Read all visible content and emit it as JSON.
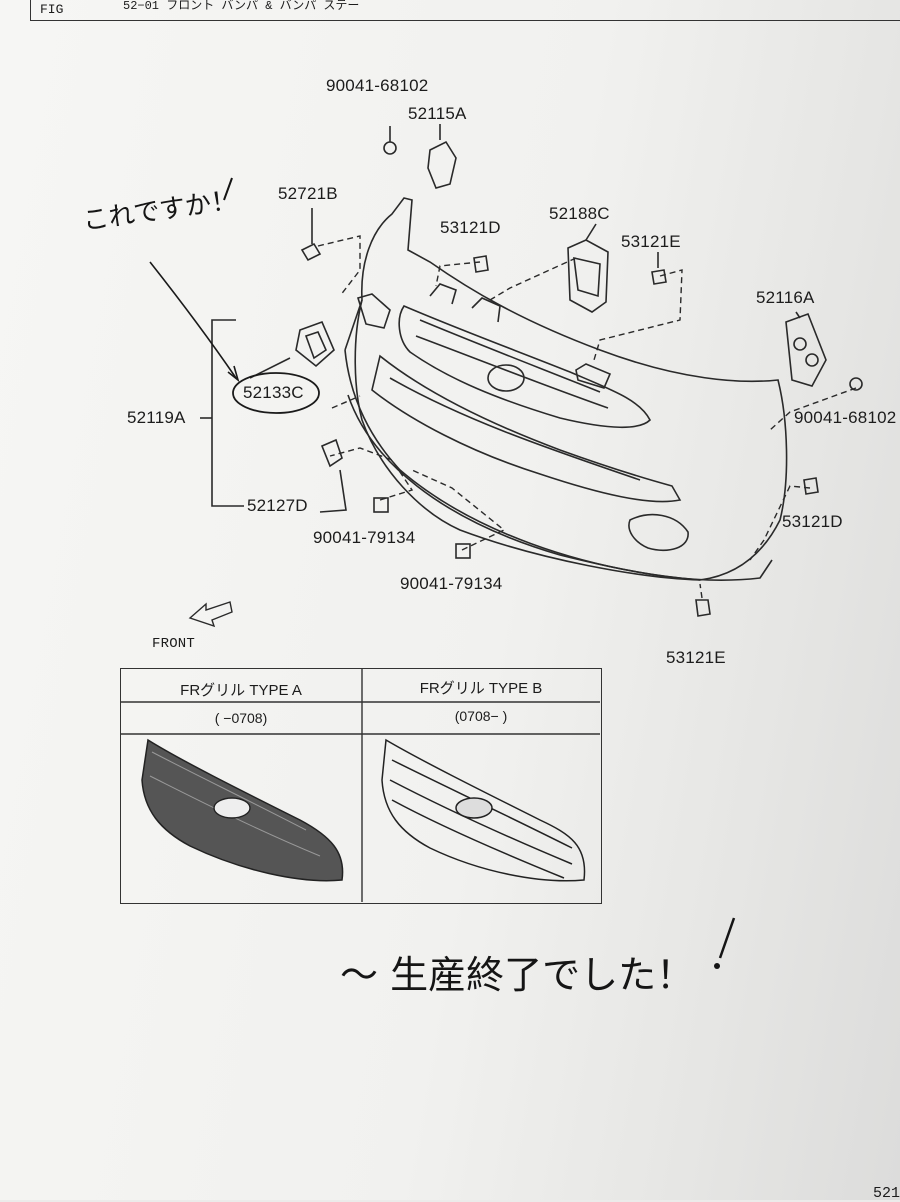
{
  "header": {
    "fig": "FIG",
    "title": "52−01 フロント バンパ & バンパ ステー"
  },
  "parts": {
    "p90041_68102_top": "90041-68102",
    "p52115A": "52115A",
    "p52721B": "52721B",
    "p53121D_top": "53121D",
    "p52188C": "52188C",
    "p53121E_top": "53121E",
    "p52116A": "52116A",
    "p90041_68102_right": "90041-68102",
    "p52133C": "52133C",
    "p52119A": "52119A",
    "p52127D": "52127D",
    "p90041_79134_a": "90041-79134",
    "p90041_79134_b": "90041-79134",
    "p53121D_right": "53121D",
    "p53121E_bottom": "53121E"
  },
  "front_label": "FRONT",
  "grille_table": {
    "type_a": {
      "title": "FRグリル TYPE A",
      "period": "(    −0708)"
    },
    "type_b": {
      "title": "FRグリル TYPE B",
      "period": "(0708−      )"
    }
  },
  "handwriting": {
    "question": "これですか！",
    "note": "〜 生産終了でした！"
  },
  "page_corner": "521"
}
